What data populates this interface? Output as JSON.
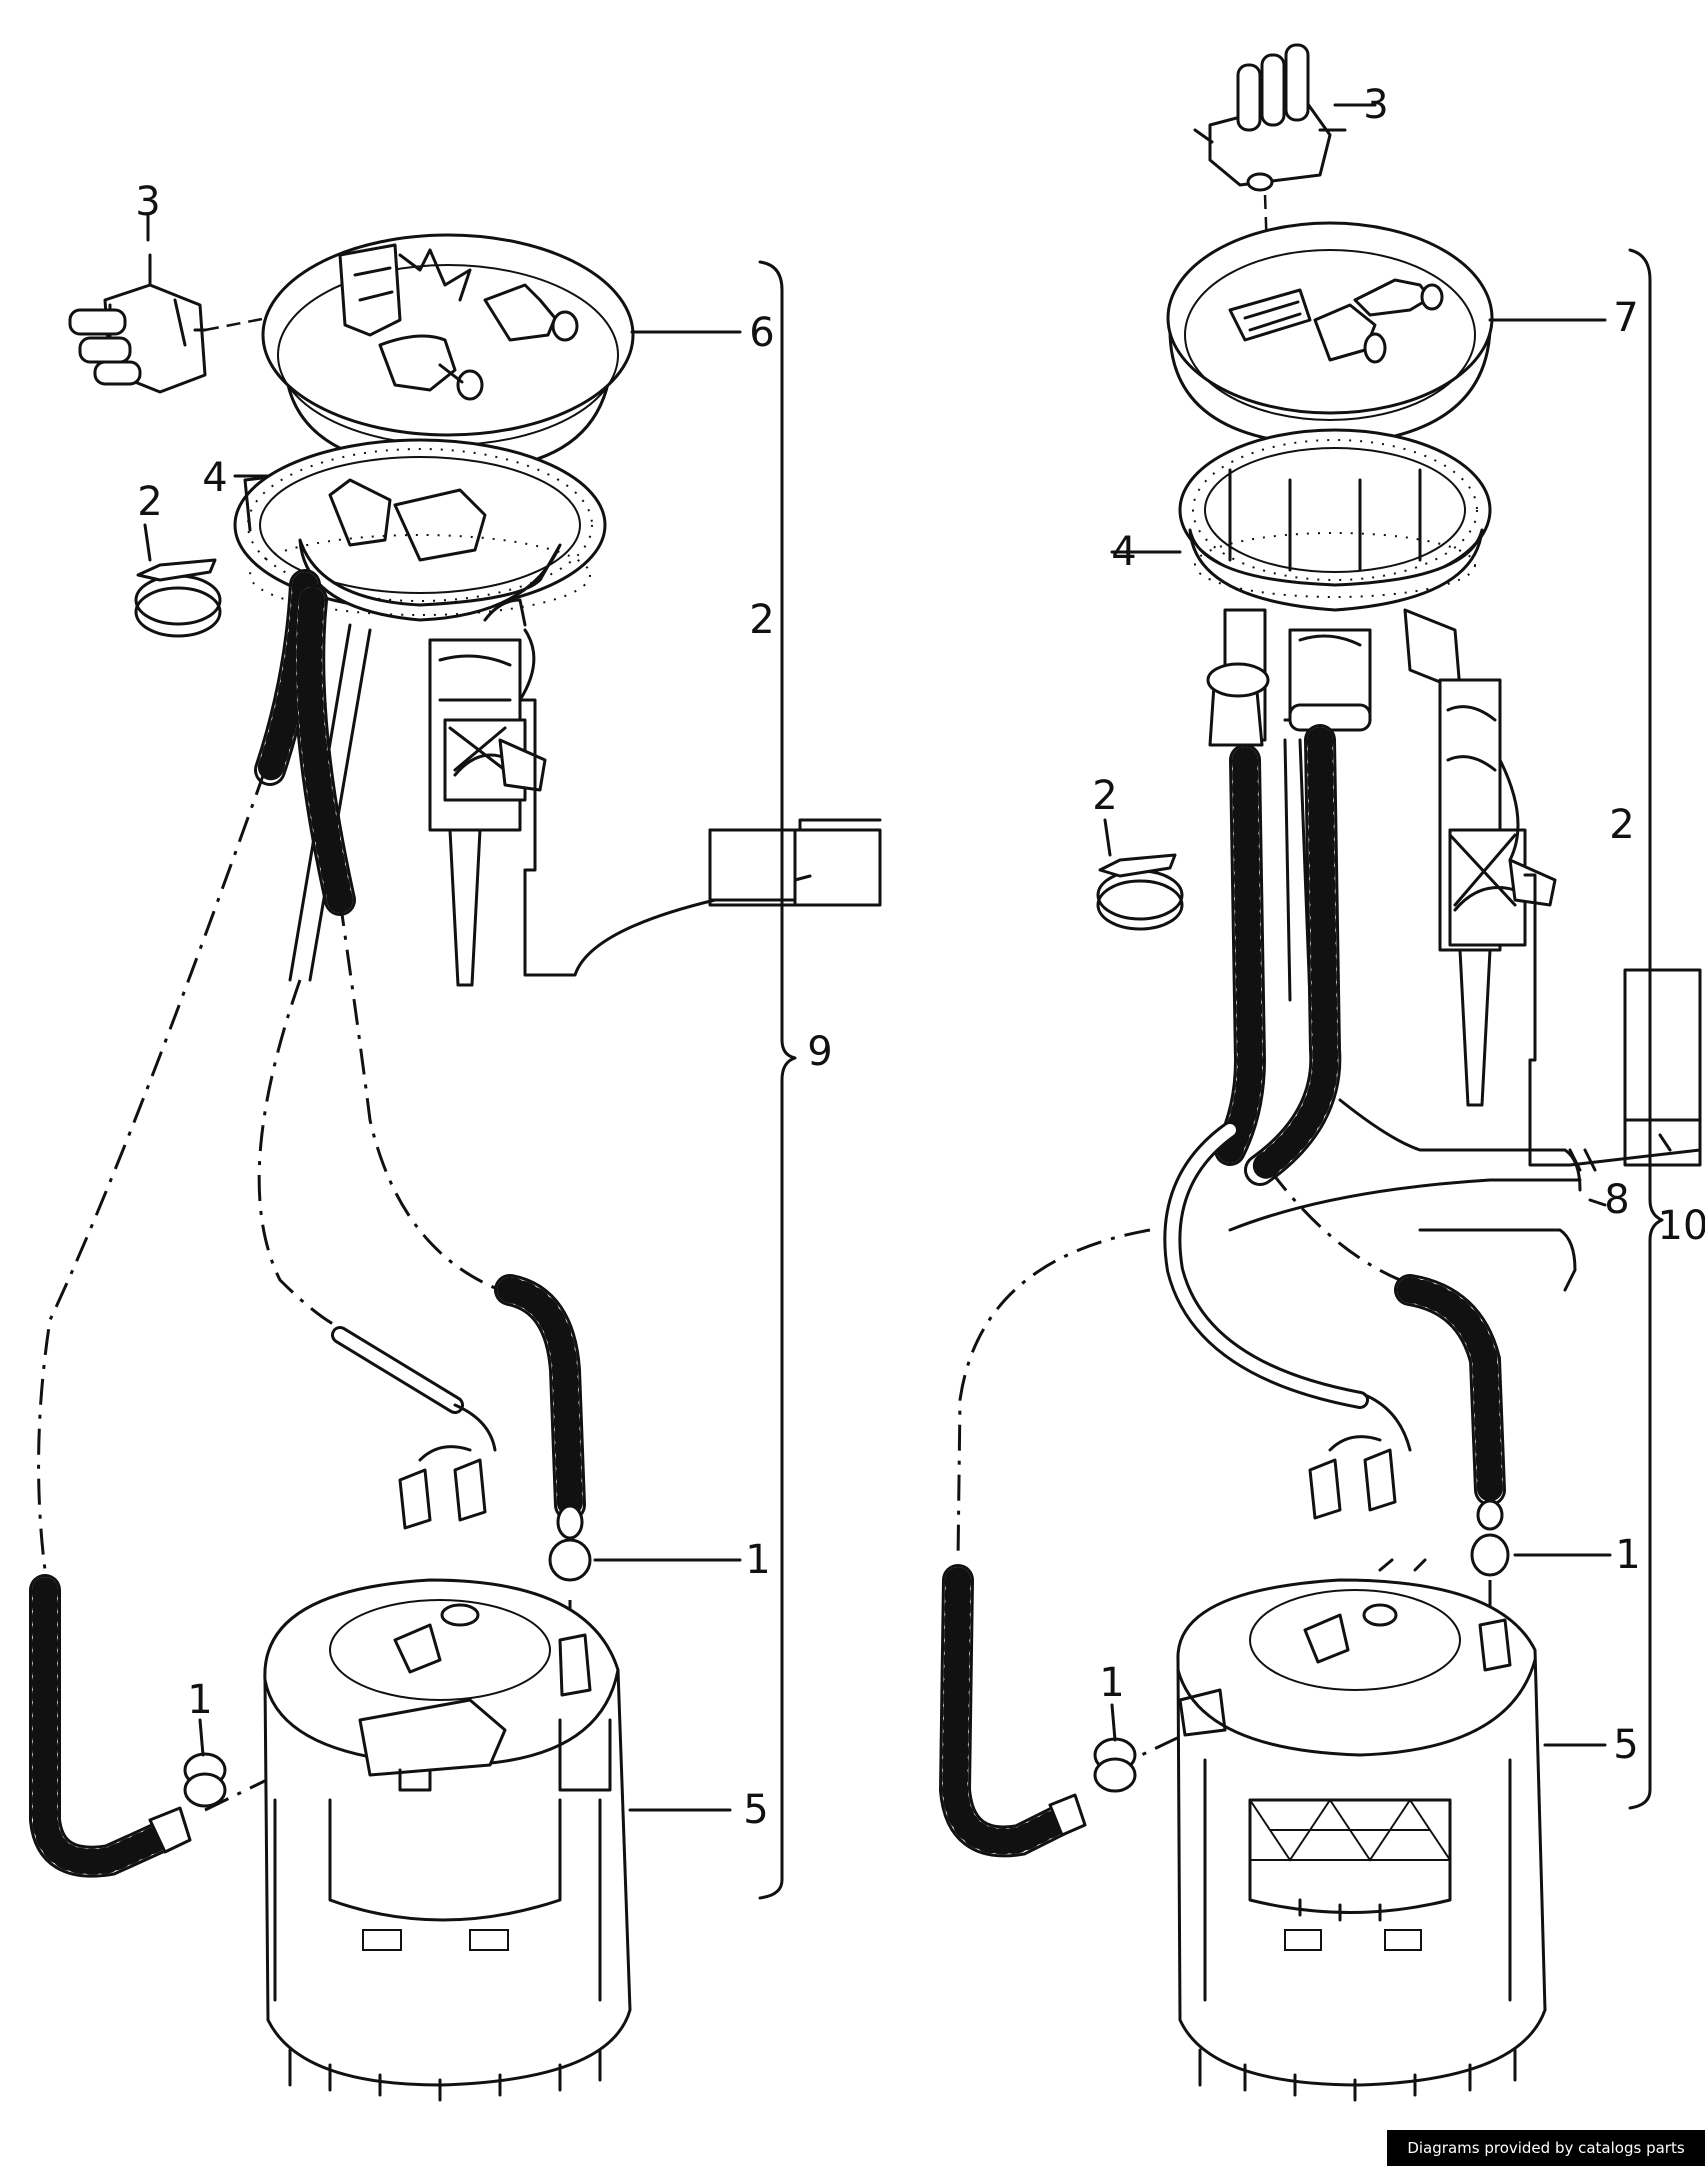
{
  "callouts": {
    "left": {
      "clip": "2",
      "connector": "3",
      "seal": "4",
      "flange": "6",
      "sender_unit": "2",
      "assembly": "9",
      "union_right": "1",
      "union_left": "1",
      "reservoir": "5"
    },
    "right": {
      "connector": "3",
      "flange": "7",
      "seal": "4",
      "clip": "2",
      "sender_unit": "2",
      "hose_set": "8",
      "assembly": "10",
      "union_right": "1",
      "union_left": "1",
      "reservoir": "5"
    }
  },
  "footer": {
    "credit": "Diagrams provided by catalogs parts"
  }
}
